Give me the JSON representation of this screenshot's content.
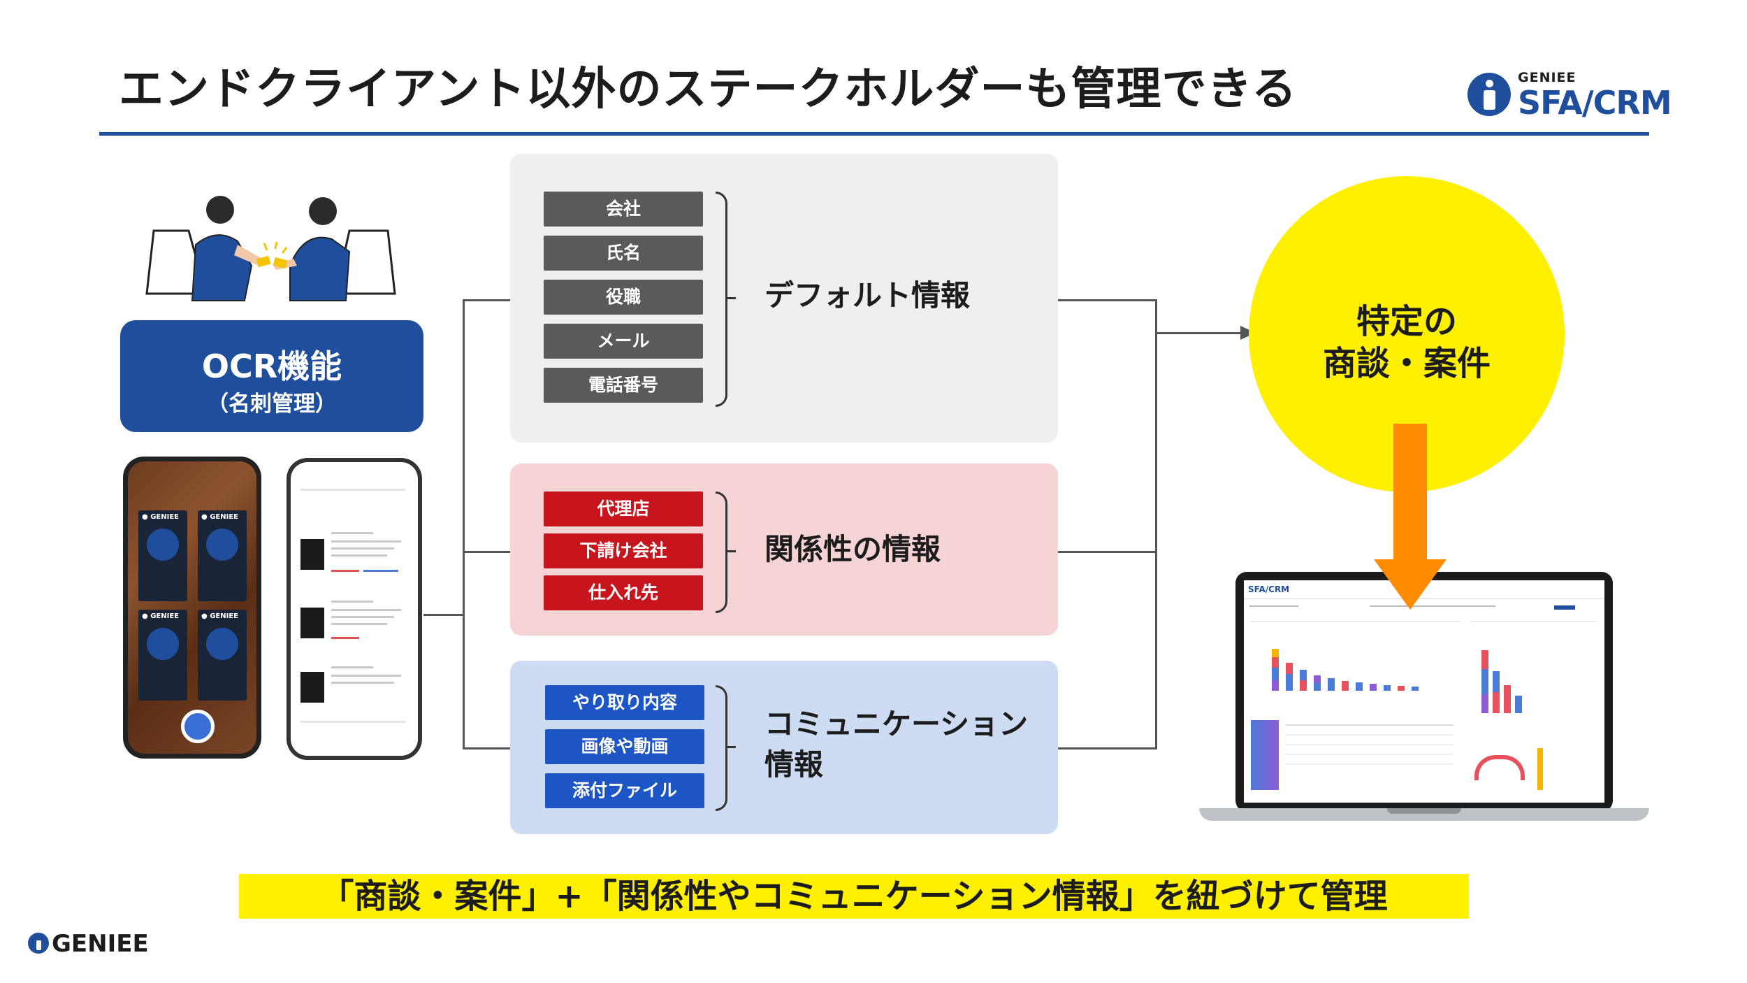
{
  "header": {
    "title": "エンドクライアント以外のステークホルダーも管理できる",
    "brand_small": "GENIEE",
    "brand_main": "SFA/CRM"
  },
  "ocr": {
    "title": "OCR機能",
    "subtitle": "（名刺管理）"
  },
  "groups": {
    "default": {
      "label": "デフォルト情報",
      "items": [
        "会社",
        "氏名",
        "役職",
        "メール",
        "電話番号"
      ]
    },
    "relation": {
      "label": "関係性の情報",
      "items": [
        "代理店",
        "下請け会社",
        "仕入れ先"
      ]
    },
    "communication": {
      "label_line1": "コミュニケーション",
      "label_line2": "情報",
      "items": [
        "やり取り内容",
        "画像や動画",
        "添付ファイル"
      ]
    }
  },
  "deal": {
    "line1": "特定の",
    "line2": "商談・案件"
  },
  "laptop": {
    "brand": "SFA/CRM"
  },
  "bottom": {
    "text": "「商談・案件」+「関係性やコミュニケーション情報」を紐づけて管理"
  },
  "footer": {
    "logo_text": "GENIEE"
  },
  "colors": {
    "brand_blue": "#1f4e9c",
    "highlight_yellow": "#fff000",
    "arrow_orange": "#ff8c00",
    "default_panel": "#efefef",
    "relation_panel": "#f6d3d5",
    "communication_panel": "#cddcf3",
    "gray_tag": "#5a5a5a",
    "red_tag": "#c8141c",
    "blue_tag": "#1e55c4"
  }
}
